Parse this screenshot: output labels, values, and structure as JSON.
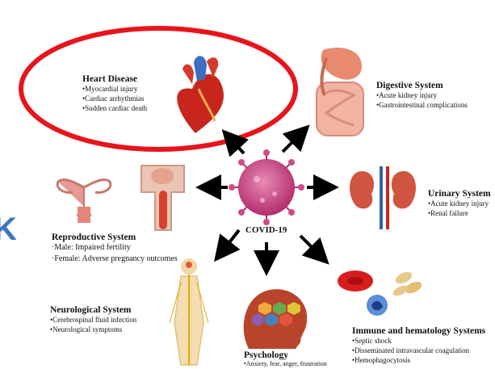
{
  "center_label": "COVID-19",
  "edge_letter": "K",
  "systems": {
    "heart": {
      "title": "Heart Disease",
      "items": [
        "•Myocardial injury",
        "•Cardiac arrhythmias",
        "•Sudden cardiac death"
      ]
    },
    "digestive": {
      "title": "Digestive System",
      "items": [
        "•Acute kidney injury",
        "•Gastrointestinal complications"
      ]
    },
    "urinary": {
      "title": "Urinary System",
      "items": [
        "•Acute kidney injury",
        "•Renal failure"
      ]
    },
    "reproductive": {
      "title": "Reproductive System",
      "items": [
        "·Male: Impaired fertility",
        "·Female: Adverse pregnancy outcomes"
      ]
    },
    "neurological": {
      "title": "Neurological System",
      "items": [
        "•Cerebrospinal fluid infection",
        "•Neurological symptoms"
      ]
    },
    "immune": {
      "title": "Immune and hematology Systems",
      "items": [
        "•Septic shock",
        "•Disseminated intravascular coagulation",
        "•Hemophagocytosis"
      ]
    },
    "psychology": {
      "title": "Psychology",
      "items": [
        "•Anxiety, fear, anger, frustration"
      ]
    }
  },
  "colors": {
    "highlight_ring": "#e8141c",
    "virus": "#c63c7e",
    "edge_letter": "#3a78c2"
  }
}
